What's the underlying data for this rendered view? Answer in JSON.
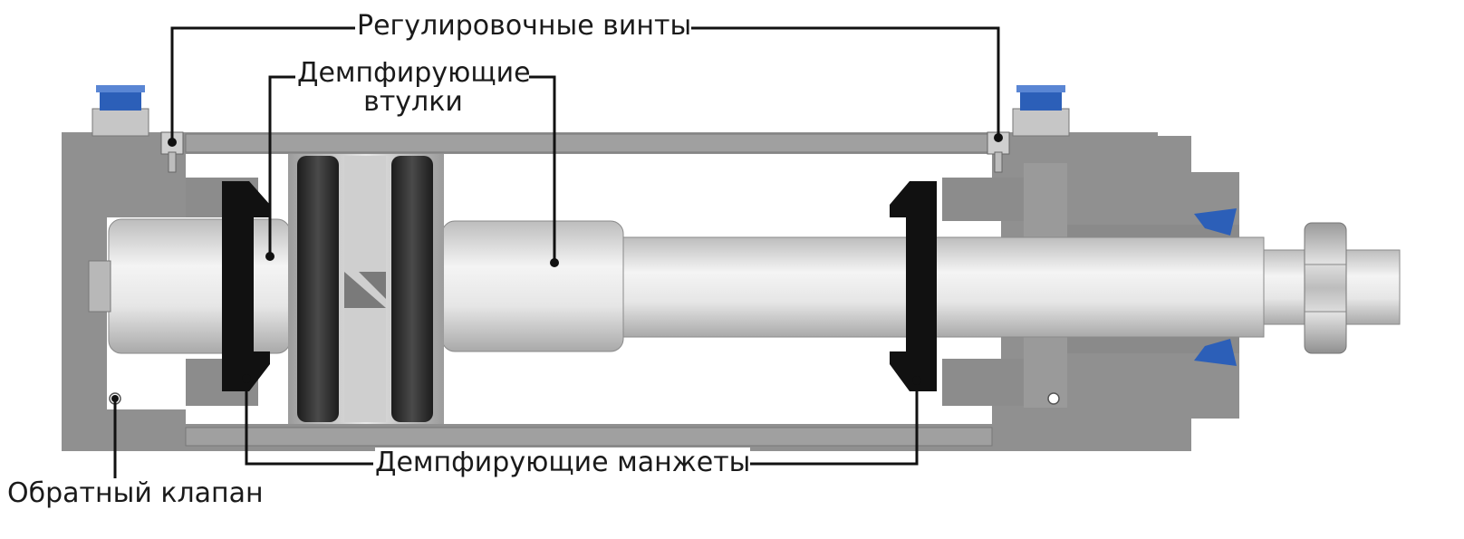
{
  "labels": {
    "adjusting_screws": "Регулировочные винты",
    "damping_bushings_line1": "Демпфирующие",
    "damping_bushings_line2": "втулки",
    "damping_seals": "Демпфирующие манжеты",
    "check_valve": "Обратный клапан"
  },
  "colors": {
    "housing": "#909090",
    "housing_dark": "#6f6f6f",
    "chamber": "#ffffff",
    "rod": "#d9d9d9",
    "seal": "#111111",
    "piston_ring": "#2e2e2e",
    "fitting_blue": "#2c5fb8",
    "leader_line": "#111111"
  }
}
